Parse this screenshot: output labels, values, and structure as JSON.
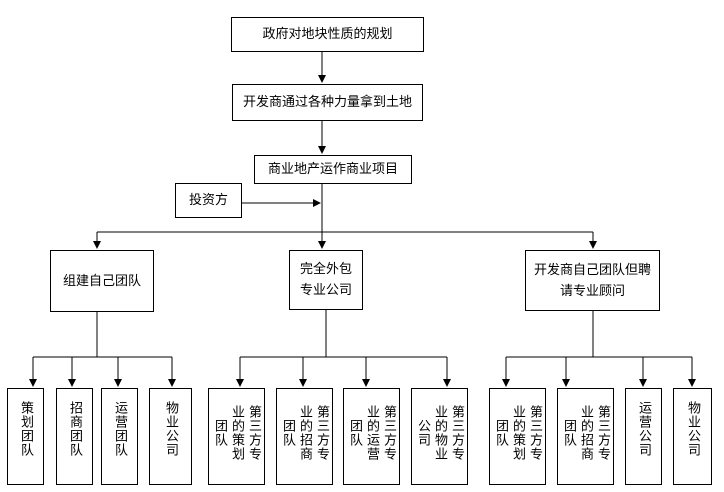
{
  "top": {
    "policy": "政府对地块性质的规划",
    "acquire": "开发商通过各种力量拿到土地",
    "project": "商业地产运作商业项目",
    "investor": "投资方"
  },
  "branches": [
    {
      "label": "组建自己团队",
      "children": [
        "策划团队",
        "招商团队",
        "运营团队",
        "物业公司"
      ]
    },
    {
      "label": "完全外包专业公司",
      "children": [
        "第三方专业的策划团队",
        "第三方专业的招商团队",
        "第三方专业的运营团队",
        "第三方专业的物业公司"
      ]
    },
    {
      "label": "开发商自己团队但聘请专业顾问",
      "children": [
        "第三方专业的策划团队",
        "第三方专业的招商团队",
        "运营公司",
        "物业公司"
      ]
    }
  ]
}
